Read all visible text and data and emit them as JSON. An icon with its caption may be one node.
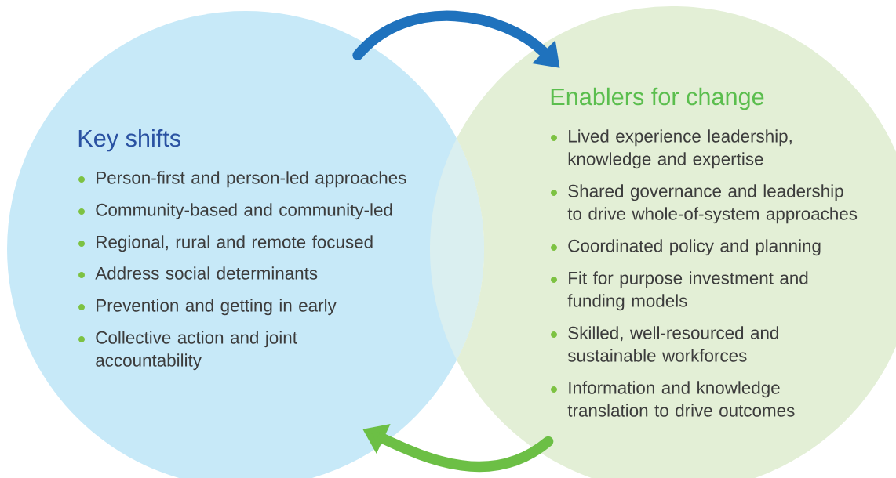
{
  "diagram": {
    "nodes": [
      {
        "text": [
          "Key shifts",
          "Person-first and person-led approaches",
          "Community-based and community-led",
          "Regional, rural and remote focused",
          "Address social determinants",
          "Prevention and getting in early",
          "Collective action and joint accountability"
        ]
      },
      {
        "text": [
          "Enablers for change",
          "Lived experience leadership, knowledge and expertise",
          "Shared governance and leadership to drive whole-of-system approaches",
          "Coordinated policy and planning",
          "Fit for purpose investment and funding models",
          "Skilled, well-resourced and sustainable workforces",
          "Information and knowledge translation to drive outcomes"
        ]
      }
    ],
    "edges": [
      {
        "from": 0,
        "to": 1,
        "arrow": "to",
        "color": "#1f72bd"
      },
      {
        "from": 1,
        "to": 0,
        "arrow": "to",
        "color": "#6cbf45"
      }
    ]
  }
}
